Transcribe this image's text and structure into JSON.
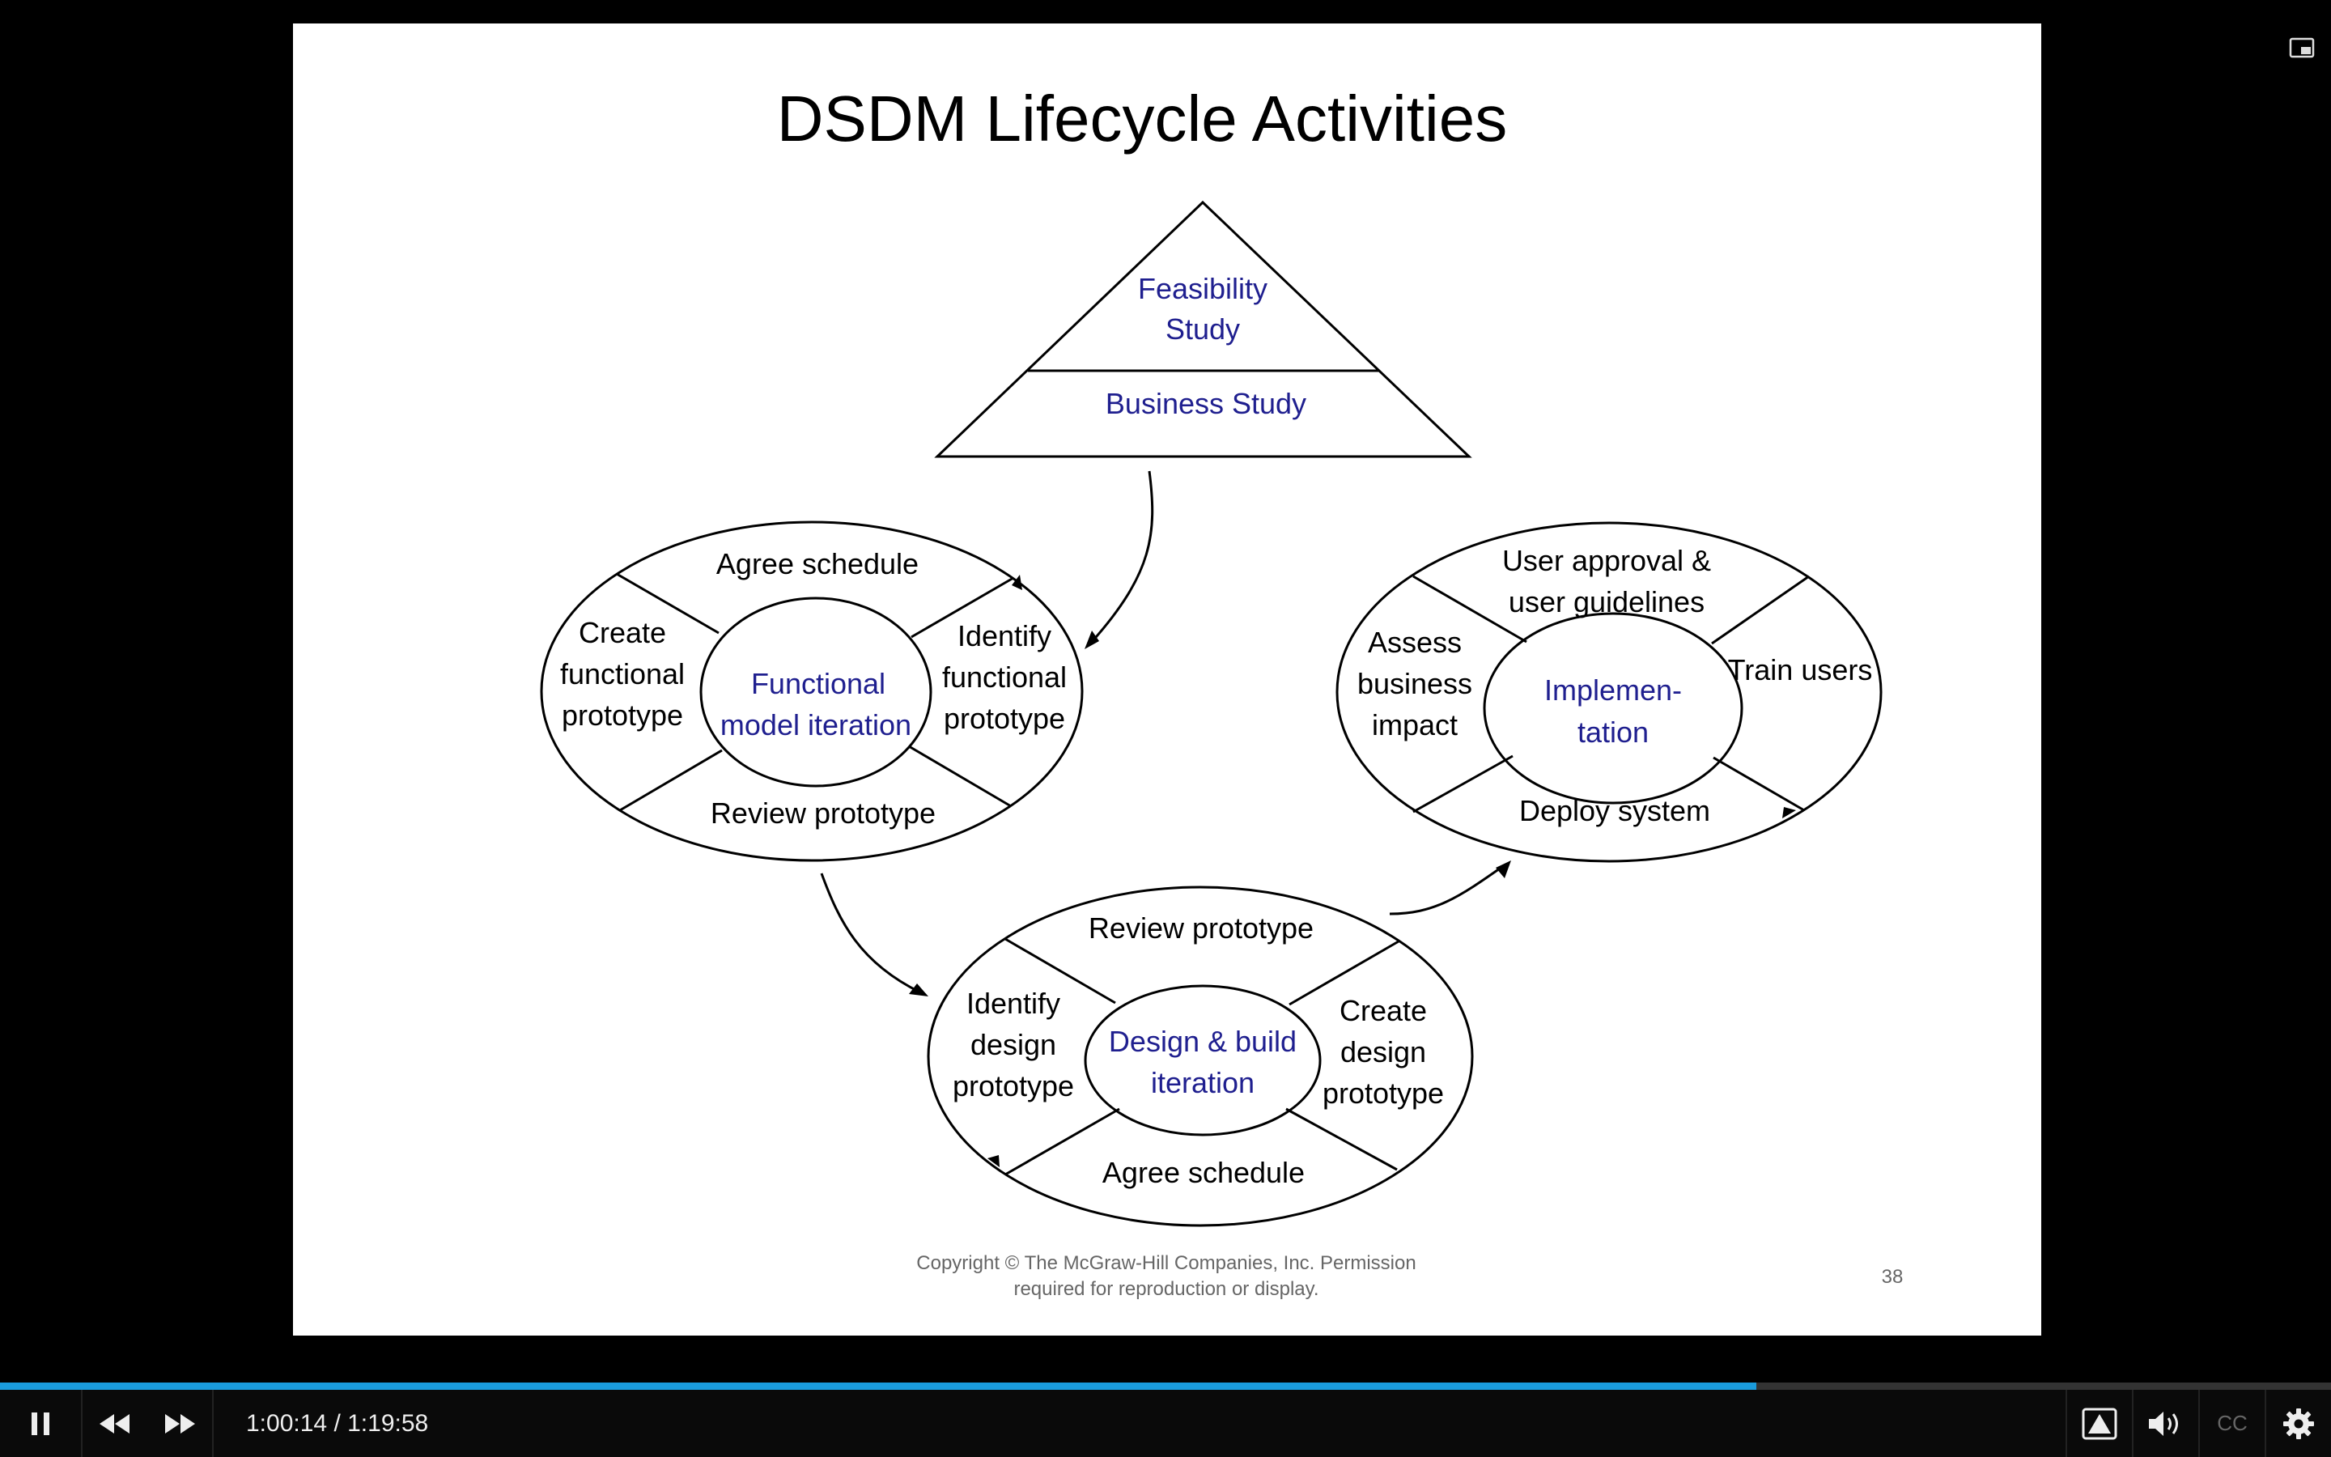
{
  "slide": {
    "title": "DSDM Lifecycle Activities",
    "feasibility_line1": "Feasibility",
    "feasibility_line2": "Study",
    "business_study": "Business Study",
    "functional": {
      "center_line1": "Functional",
      "center_line2": "model iteration",
      "top": "Agree schedule",
      "left": [
        "Create",
        "functional",
        "prototype"
      ],
      "right": [
        "Identify",
        "functional",
        "prototype"
      ],
      "bottom": "Review prototype"
    },
    "implementation": {
      "center_line1": "Implemen-",
      "center_line2": "tation",
      "top": [
        "User approval &",
        "user guidelines"
      ],
      "left": [
        "Assess",
        "business",
        "impact"
      ],
      "right": "Train users",
      "bottom": "Deploy system"
    },
    "design": {
      "center_line1": "Design & build",
      "center_line2": "iteration",
      "top": "Review prototype",
      "left": [
        "Identify",
        "design",
        "prototype"
      ],
      "right": [
        "Create",
        "design",
        "prototype"
      ],
      "bottom": "Agree schedule"
    },
    "copyright_line1": "Copyright © The McGraw-Hill Companies, Inc. Permission",
    "copyright_line2": "required for reproduction or display.",
    "page_number": "38"
  },
  "player": {
    "current_time": "1:00:14",
    "separator": "/",
    "duration": "1:19:58",
    "progress_fraction": 0.7533,
    "cc_label": "CC",
    "accent_color": "#1a9bdc"
  },
  "colors": {
    "diagram_text": "#000000",
    "center_text": "#1f1f8f"
  }
}
